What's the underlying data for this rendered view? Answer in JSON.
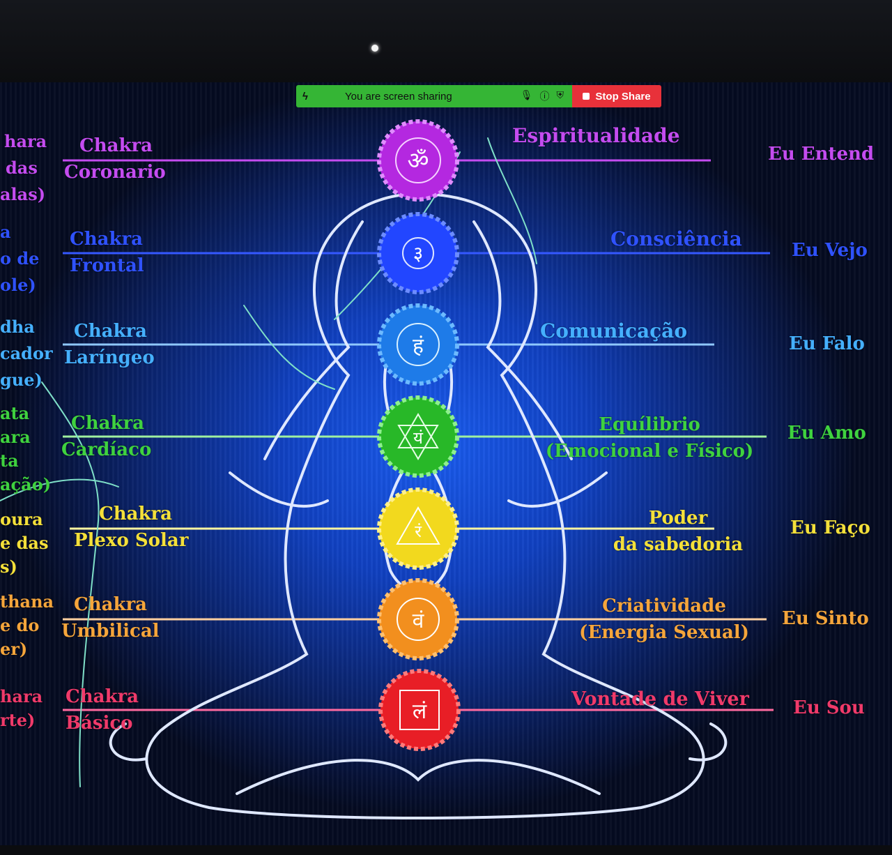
{
  "share_bar": {
    "message": "You are screen sharing",
    "stop_label": "Stop Share",
    "icons": [
      "lightning-icon",
      "microphone-icon",
      "info-icon",
      "shield-icon",
      "stop-icon"
    ]
  },
  "colors": {
    "crown": "#c44cf0",
    "third_eye": "#3558ff",
    "throat": "#3fa8ff",
    "heart": "#3fd23f",
    "solar": "#f6df3b",
    "sacral": "#f5a53b",
    "root": "#f0323a"
  },
  "rows": [
    {
      "left_partial": [
        "hara",
        "das",
        "alas)"
      ],
      "chakra_name": [
        "Chakra",
        "Coronario"
      ],
      "quality": [
        "Espiritualidade"
      ],
      "affirmation": "Eu Entend",
      "symbol": "ॐ"
    },
    {
      "left_partial": [
        "a",
        "o de",
        "ole)"
      ],
      "chakra_name": [
        "Chakra",
        "Frontal"
      ],
      "quality": [
        "Consciência"
      ],
      "affirmation": "Eu Vejo",
      "symbol": "३"
    },
    {
      "left_partial": [
        "dha",
        "cador",
        "gue)"
      ],
      "chakra_name": [
        "Chakra",
        "Laríngeo"
      ],
      "quality": [
        "Comunicação"
      ],
      "affirmation": "Eu Falo",
      "symbol": "हं"
    },
    {
      "left_partial": [
        "ata",
        "ara",
        "ta",
        "ação)"
      ],
      "chakra_name": [
        "Chakra",
        "Cardíaco"
      ],
      "quality": [
        "Equílibrio",
        "(Emocional e Físico)"
      ],
      "affirmation": "Eu Amo",
      "symbol": "यं"
    },
    {
      "left_partial": [
        "oura",
        "e das",
        "s)"
      ],
      "chakra_name": [
        "Chakra",
        "Plexo Solar"
      ],
      "quality": [
        "Poder",
        "da sabedoria"
      ],
      "affirmation": "Eu Faço",
      "symbol": "रं"
    },
    {
      "left_partial": [
        "thana",
        "e do",
        "er)"
      ],
      "chakra_name": [
        "Chakra",
        "Umbilical"
      ],
      "quality": [
        "Criatividade",
        "(Energia Sexual)"
      ],
      "affirmation": "Eu Sinto",
      "symbol": "वं"
    },
    {
      "left_partial": [
        "hara",
        "rte)"
      ],
      "chakra_name": [
        "Chakra",
        "Básico"
      ],
      "quality": [
        "Vontade de Viver"
      ],
      "affirmation": "Eu Sou",
      "symbol": "लं"
    }
  ]
}
